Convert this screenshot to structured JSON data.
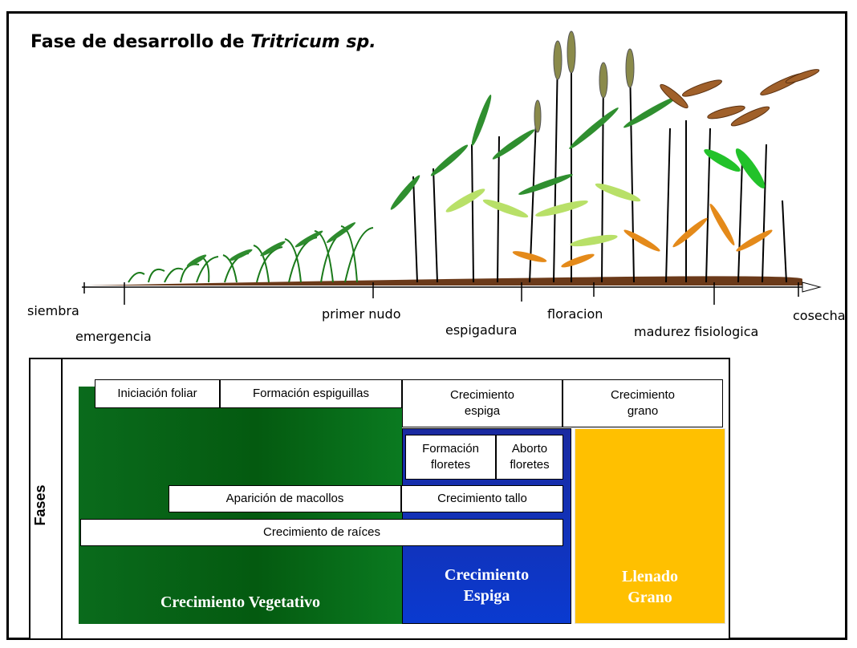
{
  "title": {
    "prefix": "Fase de desarrollo de ",
    "species": "Tritricum sp."
  },
  "stages": {
    "siembra": "siembra",
    "emergencia": "emergencia",
    "primer_nudo": "primer nudo",
    "espigadura": "espigadura",
    "floracion": "floracion",
    "madurez": "madurez fisiologica",
    "cosecha": "cosecha"
  },
  "fases_label": "Fases",
  "cells": {
    "iniciacion": "Iniciación foliar",
    "espiguillas": "Formación espiguillas",
    "crec_espiga": "Crecimiento\nespiga",
    "crec_grano": "Crecimiento\ngrano",
    "form_floretes": "Formación\nfloretes",
    "aborto": "Aborto\nfloretes",
    "macollos": "Aparición  de  macollos",
    "tallo": "Crecimiento   tallo",
    "raices": "Crecimiento       de     raíces"
  },
  "blocks": {
    "vegetativo": "Crecimiento Vegetativo",
    "espiga": "Crecimiento\nEspiga",
    "grano": "Llenado\nGrano"
  },
  "colors": {
    "green": "#0a6b1c",
    "dark_green": "#044a10",
    "blue": "#1030b0",
    "orange": "#ffc000",
    "soil": "#6b3a1a"
  }
}
